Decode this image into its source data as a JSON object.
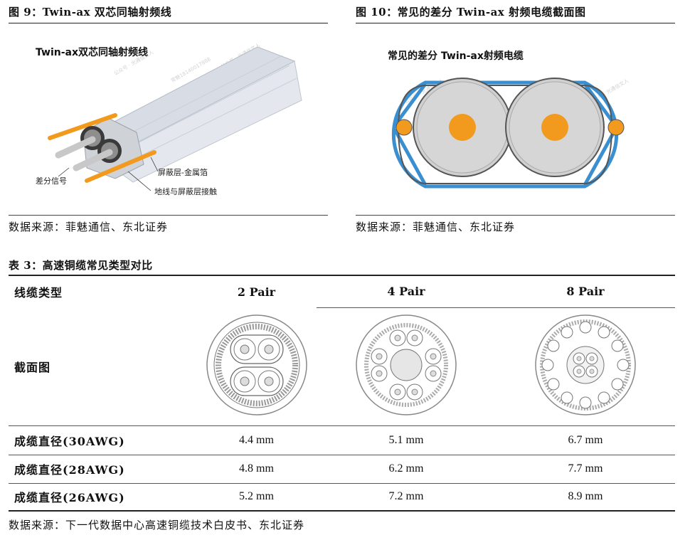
{
  "figure9": {
    "title": "图 9：Twin-ax 双芯同轴射频线",
    "diagram_title": "Twin-ax双芯同轴射频线",
    "labels": {
      "shield": "屏蔽层-金属箔",
      "signal": "差分信号",
      "ground": "地线与屏蔽层接触"
    },
    "source": "数据来源：菲魅通信、东北证券"
  },
  "figure10": {
    "title": "图 10：常见的差分 Twin-ax 射频电缆截面图",
    "diagram_title": "常见的差分 Twin-ax射频电缆",
    "source": "数据来源：菲魅通信、东北证券"
  },
  "table3": {
    "title": "表 3：高速铜缆常见类型对比",
    "header_label": "线缆类型",
    "columns": [
      "2 Pair",
      "4 Pair",
      "8 Pair"
    ],
    "image_row_label": "截面图",
    "rows": [
      {
        "label": "成缆直径(30AWG)",
        "values": [
          "4.4 mm",
          "5.1 mm",
          "6.7 mm"
        ]
      },
      {
        "label": "成缆直径(28AWG)",
        "values": [
          "4.8 mm",
          "6.2 mm",
          "7.7 mm"
        ]
      },
      {
        "label": "成缆直径(26AWG)",
        "values": [
          "5.2 mm",
          "7.2 mm",
          "8.9 mm"
        ]
      }
    ],
    "source": "数据来源：下一代数据中心高速铜缆技术白皮书、东北证券"
  },
  "colors": {
    "copper": "#f29a1d",
    "cable_blue": "#3a8fd0",
    "conductor_gray": "#c8c8c8",
    "rule": "#222222"
  }
}
